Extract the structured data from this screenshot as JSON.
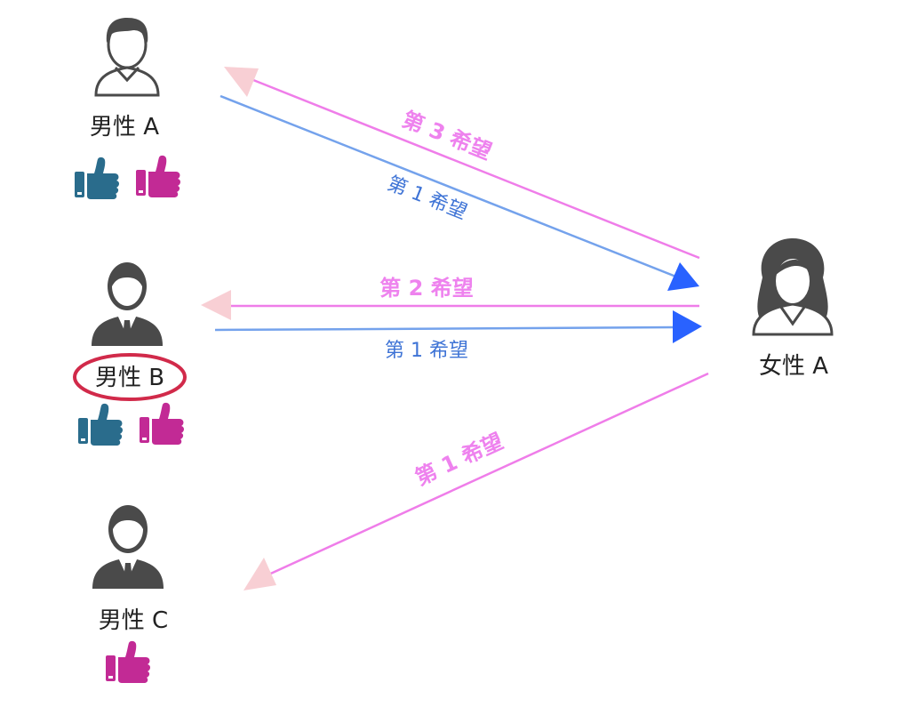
{
  "colors": {
    "male_blue_arrow": "#74a2ec",
    "male_blue_head": "#2962ff",
    "female_pink_arrow": "#ef7de9",
    "female_pink_head": "#f8cfd4",
    "blue_thumb": "#2a6c8c",
    "pink_thumb": "#c22a95",
    "highlight_ring": "#d12a4a",
    "person_fill": "#4a4a4a"
  },
  "people": {
    "male_a": {
      "label": "男性 A",
      "icon": "man-casual-icon"
    },
    "male_b": {
      "label": "男性 B",
      "icon": "man-suit-icon"
    },
    "male_c": {
      "label": "男性 C",
      "icon": "man-suit-icon"
    },
    "female_a": {
      "label": "女性 A",
      "icon": "woman-icon"
    }
  },
  "arrows": {
    "female_to_male_a": {
      "label": "第 3 希望"
    },
    "male_a_to_female": {
      "label": "第 1 希望"
    },
    "female_to_male_b": {
      "label": "第 2 希望"
    },
    "male_b_to_female": {
      "label": "第 1 希望"
    },
    "female_to_male_c": {
      "label": "第 1 希望"
    }
  },
  "likes": {
    "male_a": [
      "blue",
      "pink"
    ],
    "male_b": [
      "blue",
      "pink"
    ],
    "male_c": [
      "pink"
    ]
  },
  "highlighted": "male_b"
}
